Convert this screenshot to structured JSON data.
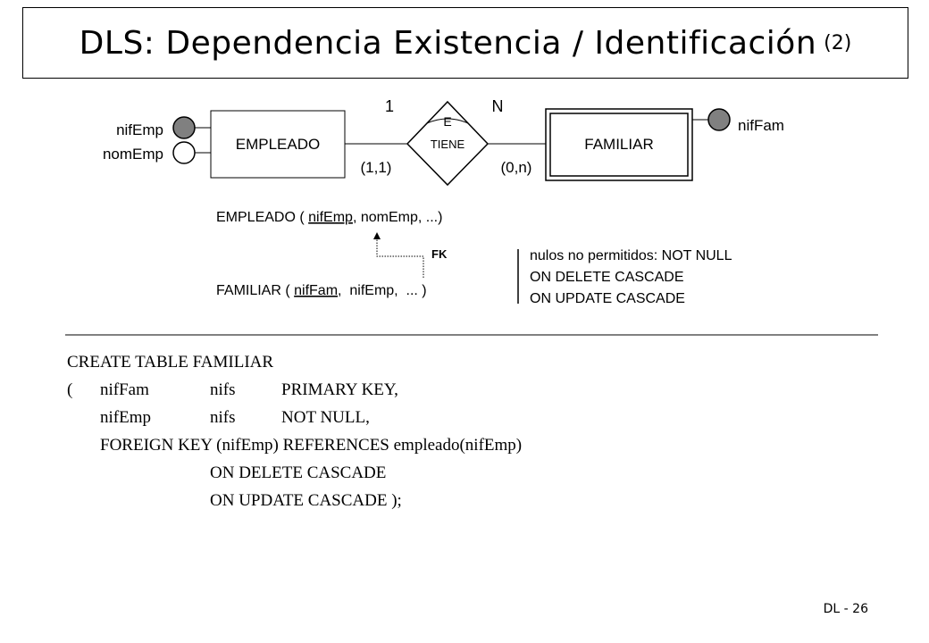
{
  "slide": {
    "title": "DLS: Dependencia Existencia / Identificación",
    "title_number": "(2)",
    "page_number": "DL - 26"
  },
  "er_diagram": {
    "entity_left": "EMPLEADO",
    "entity_right": "FAMILIAR",
    "relationship": "TIENE",
    "dependency_marker": "E",
    "cardinality_left": "1",
    "cardinality_right": "N",
    "participation_left": "(1,1)",
    "participation_right": "(0,n)",
    "attributes_left": [
      {
        "name": "nifEmp",
        "key": true
      },
      {
        "name": "nomEmp",
        "key": false
      }
    ],
    "attributes_right": [
      {
        "name": "nifFam",
        "key": true
      }
    ]
  },
  "relational_schema": {
    "empleado": {
      "prefix": "EMPLEADO ( ",
      "key": "nifEmp",
      "rest": ", nomEmp, ...)"
    },
    "familiar": {
      "prefix": "FAMILIAR ( ",
      "key": "nifFam",
      "rest": ",  nifEmp,  ... )"
    },
    "fk_label": "FK",
    "constraints": [
      "nulos no permitidos: NOT NULL",
      "ON DELETE CASCADE",
      "ON UPDATE CASCADE"
    ]
  },
  "sql": {
    "line1": "CREATE TABLE FAMILIAR",
    "line2": {
      "paren": "(",
      "col": "nifFam",
      "type": "nifs",
      "constraint": "PRIMARY KEY,"
    },
    "line3": {
      "col": "nifEmp",
      "type": "nifs",
      "constraint": "NOT NULL,"
    },
    "line4": "FOREIGN KEY (nifEmp) REFERENCES empleado(nifEmp)",
    "line5": "ON DELETE CASCADE",
    "line6": "ON UPDATE CASCADE );"
  }
}
